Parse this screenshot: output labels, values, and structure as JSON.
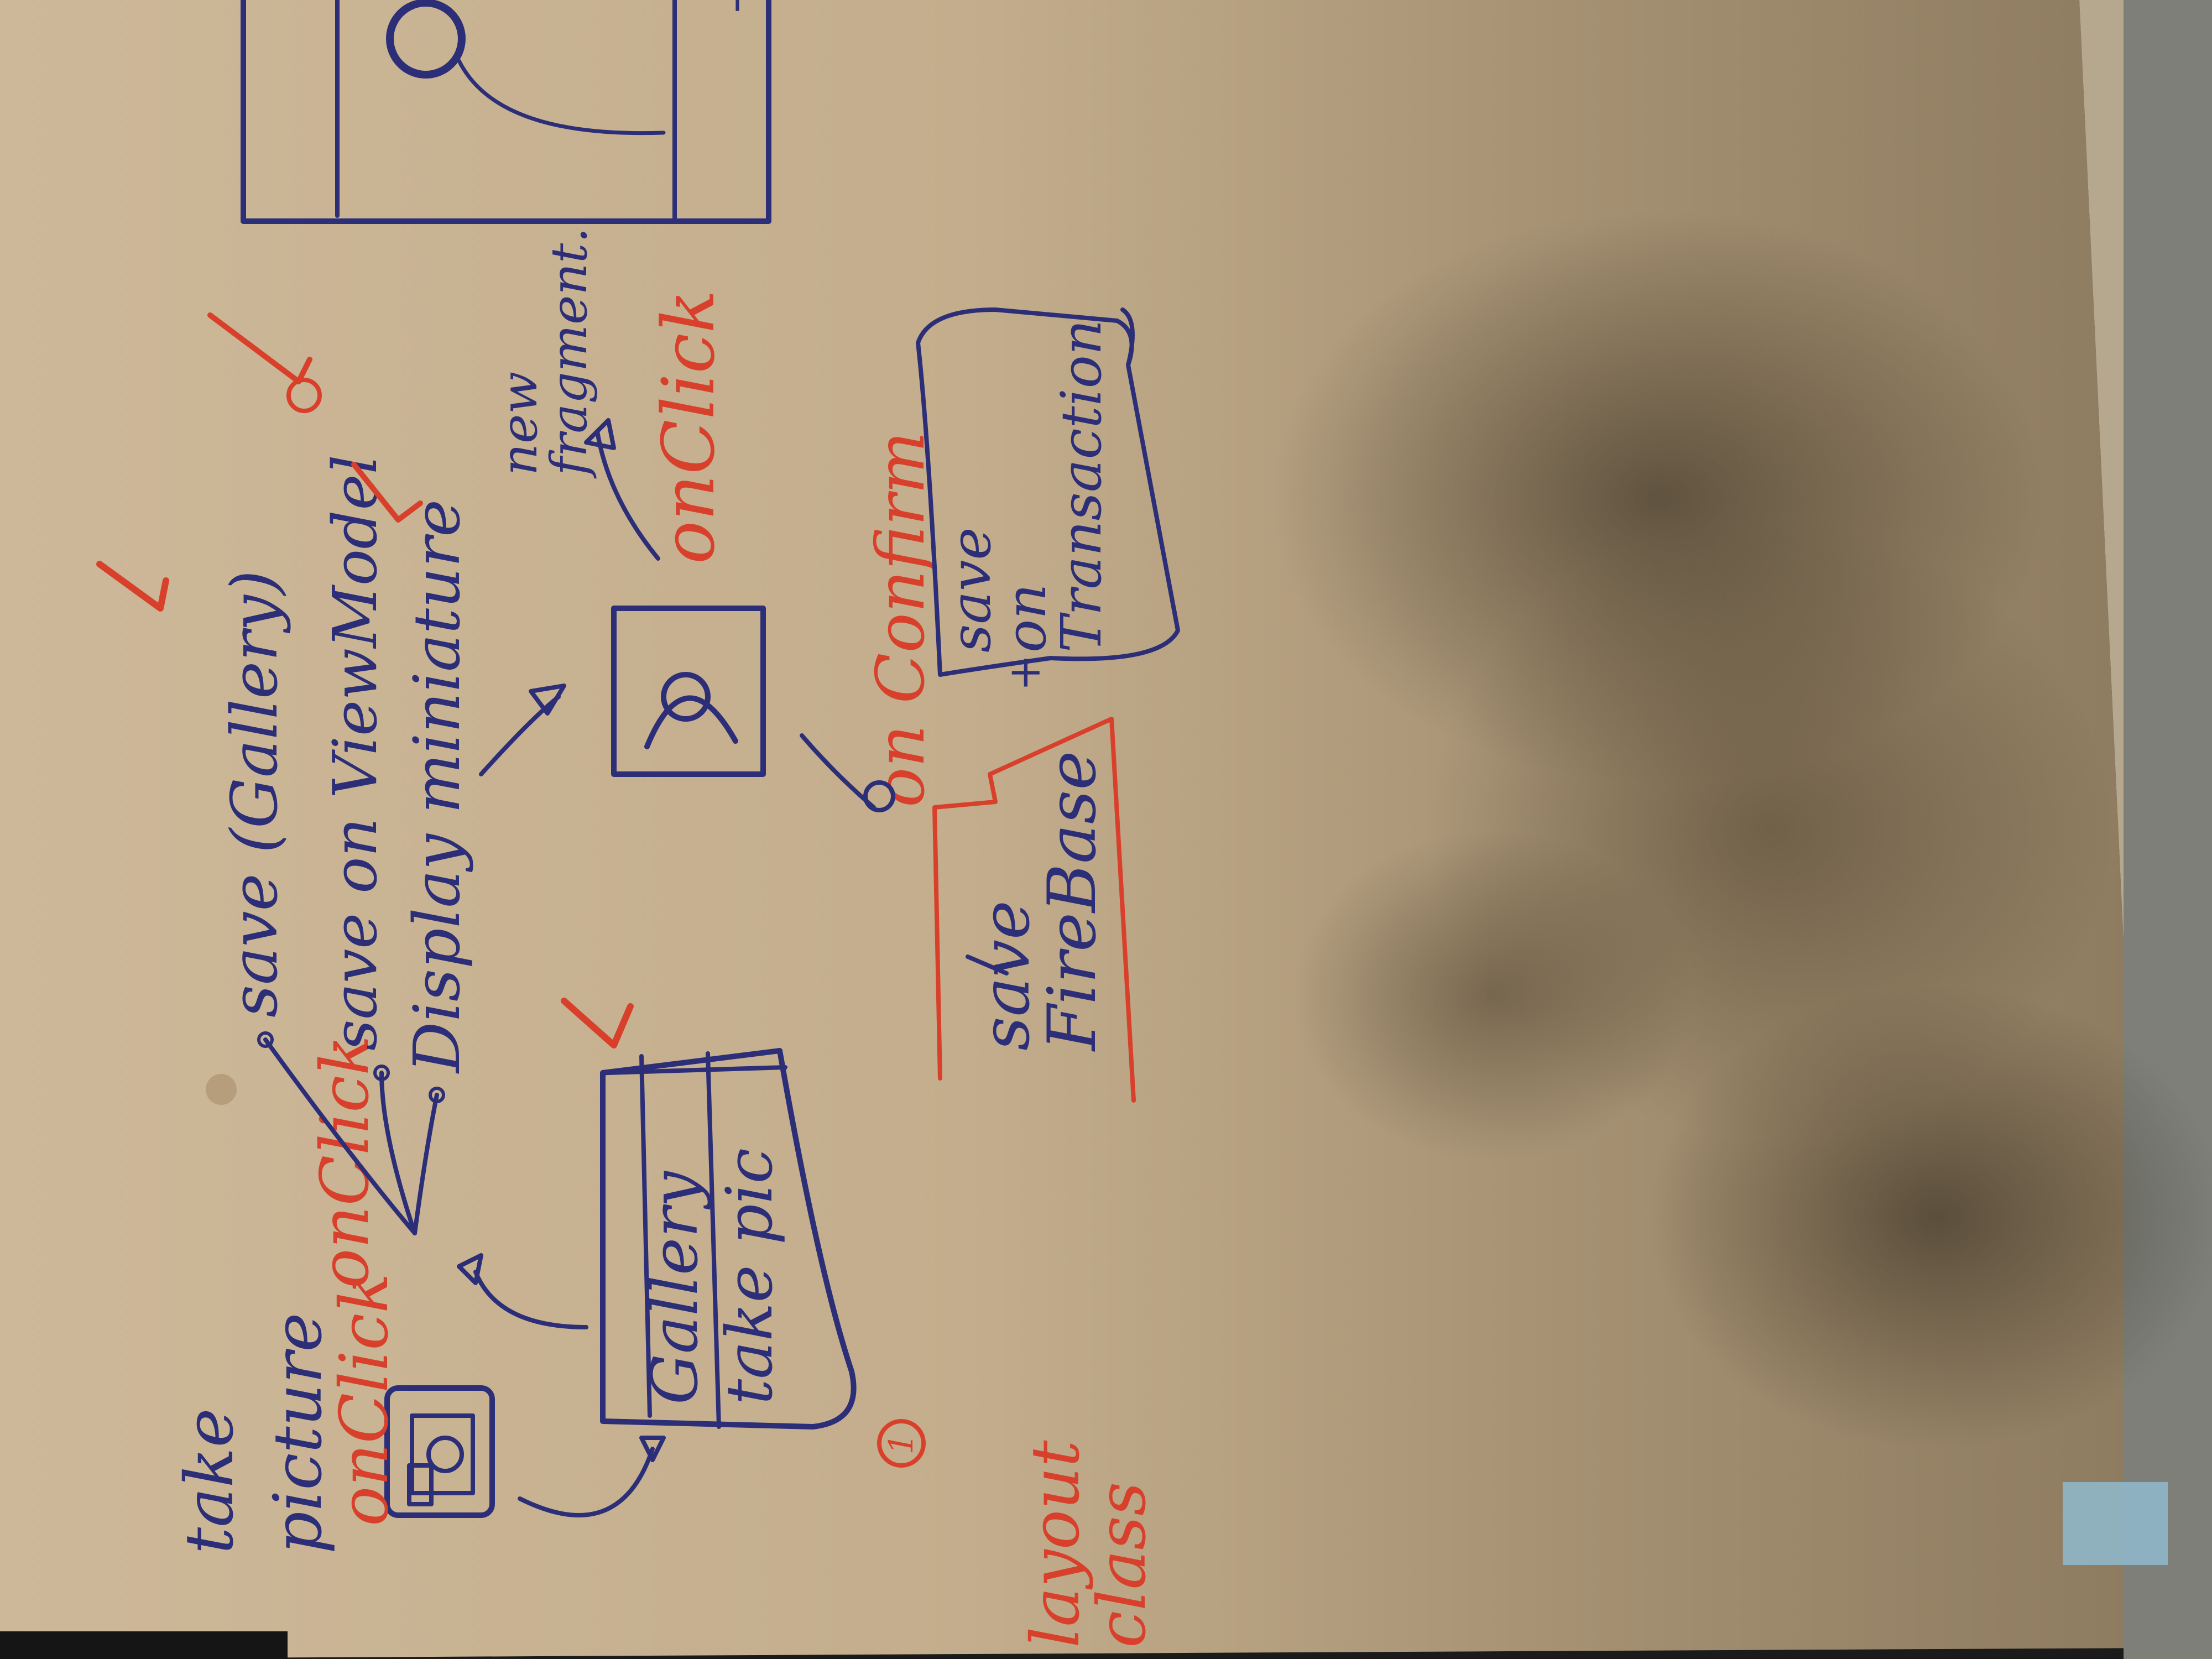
{
  "notes": {
    "take_picture": [
      "take",
      "picture"
    ],
    "onclick_1": "onClick",
    "save_gallery": "save (Gallery)",
    "save_viewmodel": "save on ViewModel",
    "display_miniature": "Display miniature",
    "menu_gallery": "Gallery",
    "menu_take_pic": "take pic",
    "new_fragment": [
      "new",
      "fragment."
    ],
    "onclick_2": "onClick",
    "on_confirm": "on Confirm",
    "save_firebase": [
      "save",
      "FireBase"
    ],
    "save_on_transaction": [
      "save",
      "on",
      "Transaction"
    ],
    "plus": "+",
    "circled_number": "1",
    "layout_class": [
      "layout",
      "class"
    ]
  },
  "colors": {
    "paper": "#c8b394",
    "blue_ink": "#2c2f78",
    "red_ink": "#d8402c",
    "table": "#1b1b1b"
  }
}
